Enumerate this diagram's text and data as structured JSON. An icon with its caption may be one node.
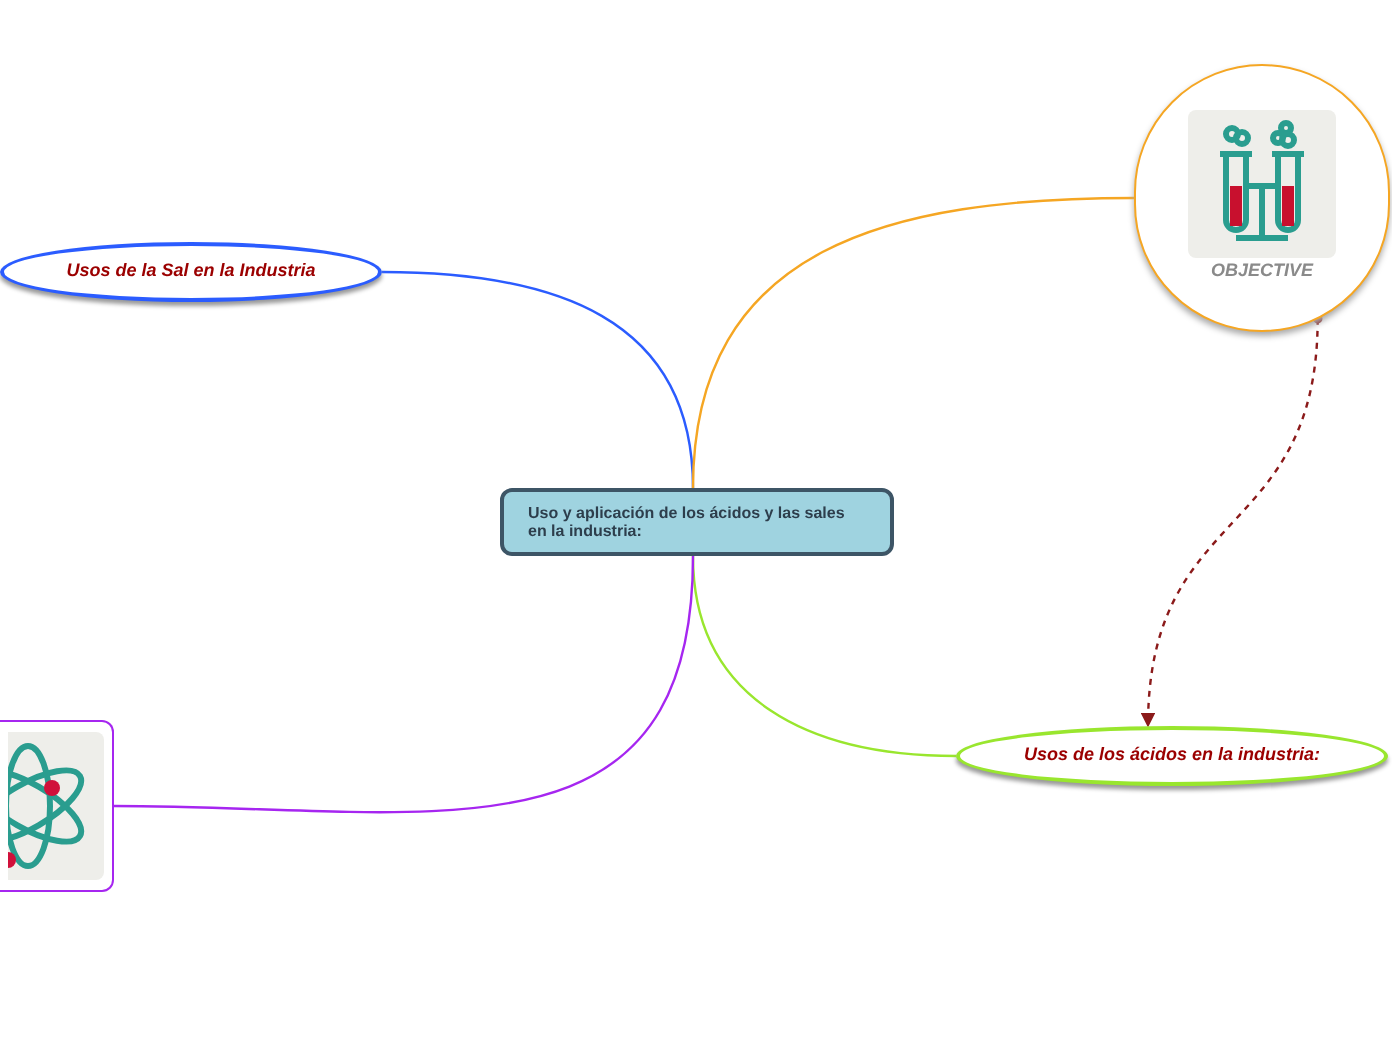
{
  "diagram": {
    "nodes": [
      {
        "text": [
          "Uso y aplicación de los ácidos y las sales en la industria:"
        ]
      },
      {
        "text": [
          "Usos de la Sal en la Industria"
        ]
      },
      {
        "text": [
          "OBJECTIVE"
        ]
      },
      {
        "text": [
          "Usos de los ácidos en la industria:"
        ]
      },
      {
        "text": [],
        "shape": "picture"
      }
    ],
    "edges": [
      {
        "from": 0,
        "to": 1,
        "arrow": "none",
        "color": "#2b5cff"
      },
      {
        "from": 0,
        "to": 2,
        "arrow": "none",
        "color": "#f5a623"
      },
      {
        "from": 0,
        "to": 3,
        "arrow": "none",
        "color": "#99e62e"
      },
      {
        "from": 0,
        "to": 4,
        "arrow": "none",
        "color": "#a626f0"
      },
      {
        "from": 2,
        "to": 3,
        "arrow": "to",
        "style": "dashed",
        "color": "#8b1a1a"
      }
    ]
  }
}
